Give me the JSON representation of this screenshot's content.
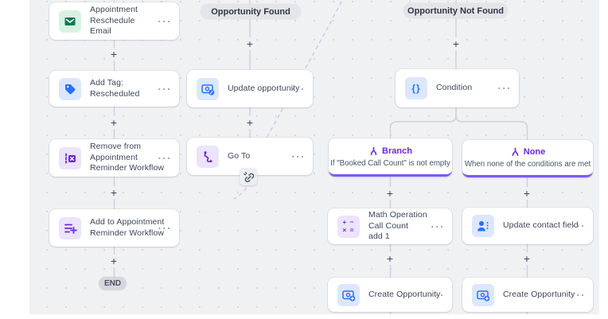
{
  "ui": {
    "plus": "+",
    "more_menu": "···"
  },
  "terminals": {
    "opportunity_found": "Opportunity Found",
    "opportunity_not_found": "Opportunity Not Found",
    "end": "END"
  },
  "nodes": {
    "appointment_reschedule_email": {
      "line1": "Appointment Reschedule",
      "line2": "Email"
    },
    "add_tag_rescheduled": {
      "label": "Add Tag: Rescheduled"
    },
    "remove_from_appointment_reminder_workflow": {
      "line1": "Remove from Appointment",
      "line2": "Reminder Workflow"
    },
    "add_to_appointment_reminder_workflow": {
      "line1": "Add to Appointment",
      "line2": "Reminder Workflow"
    },
    "update_opportunity": {
      "label": "Update opportunity"
    },
    "go_to": {
      "label": "Go To"
    },
    "condition": {
      "label": "Condition",
      "icon_glyph": "{}"
    },
    "branch": {
      "title": "Branch",
      "subtitle": "If \"Booked Call Count\" is not empty"
    },
    "none_branch": {
      "title": "None",
      "subtitle": "When none of the conditions are met"
    },
    "math_operation": {
      "line1": "Math Operation Call Count",
      "line2": "add 1",
      "icon_top": "+ −",
      "icon_bottom": "× ="
    },
    "update_contact_field": {
      "label": "Update contact field"
    },
    "create_opportunity_left": {
      "label": "Create Opportunity"
    },
    "create_opportunity_right": {
      "label": "Create Opportunity"
    }
  },
  "colors": {
    "canvas_bg": "#f0f1f3",
    "accent_purple": "#6d28d9",
    "branch_border": "#7a5af8",
    "accent_blue": "#2970ff",
    "accent_green": "#0f7a55",
    "pill_bg": "#e3e5e9"
  }
}
